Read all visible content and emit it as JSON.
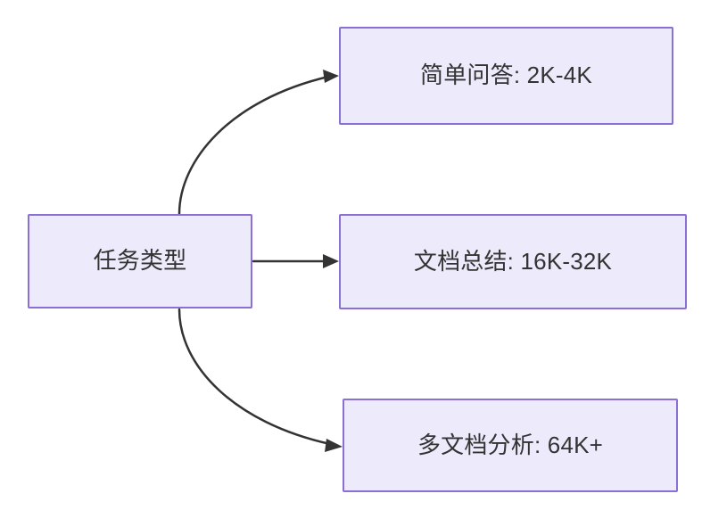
{
  "diagram": {
    "type": "flowchart",
    "direction": "left-to-right",
    "background_color": "#ffffff",
    "node_fill_color": "#ECEAFB",
    "node_border_color": "#8C6FD4",
    "node_text_color": "#333333",
    "edge_color": "#333333",
    "nodes": [
      {
        "id": "root",
        "label": "任务类型"
      },
      {
        "id": "simple_qa",
        "label": "简单问答: 2K-4K"
      },
      {
        "id": "doc_summary",
        "label": "文档总结: 16K-32K"
      },
      {
        "id": "multi_doc",
        "label": "多文档分析: 64K+"
      }
    ],
    "edges": [
      {
        "from": "root",
        "to": "simple_qa",
        "label": "",
        "style": "curved-arrow"
      },
      {
        "from": "root",
        "to": "doc_summary",
        "label": "",
        "style": "straight-arrow"
      },
      {
        "from": "root",
        "to": "multi_doc",
        "label": "",
        "style": "curved-arrow"
      }
    ]
  }
}
